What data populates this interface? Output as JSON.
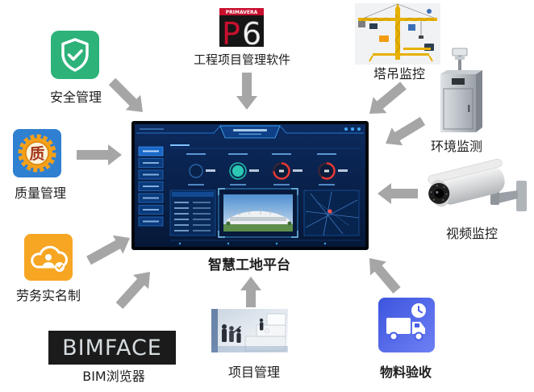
{
  "platform": {
    "label": "智慧工地平台",
    "icon": "dashboard-screen"
  },
  "modules": {
    "p6": {
      "label": "工程项目管理软件",
      "icon": "primavera-p6-logo",
      "logo_brand": "PRIMAVERA",
      "logo_p": "P",
      "logo_6": "6"
    },
    "safety": {
      "label": "安全管理",
      "icon": "shield-check-icon"
    },
    "crane": {
      "label": "塔吊监控",
      "icon": "tower-crane-image"
    },
    "environment": {
      "label": "环境监测",
      "icon": "environment-monitor-cabinet"
    },
    "quality": {
      "label": "质量管理",
      "icon": "quality-badge-icon",
      "glyph": "质"
    },
    "video": {
      "label": "视频监控",
      "icon": "cctv-camera"
    },
    "labor": {
      "label": "劳务实名制",
      "icon": "cloud-worker-icon"
    },
    "bim": {
      "label": "BIM浏览器",
      "icon": "bimface-logo",
      "logo_text": "BIMFACE"
    },
    "project": {
      "label": "项目管理",
      "icon": "project-team-image"
    },
    "material": {
      "label": "物料验收",
      "icon": "delivery-truck-icon"
    }
  },
  "colors": {
    "arrow": "#a6a6a6",
    "label": "#1e1e1e",
    "safety_icon": "#2db27a",
    "quality_icon": "#2f80d1",
    "quality_badge": "#f5a01a",
    "labor_icon": "#f6a623",
    "material_icon": "#4a5fe6",
    "dashboard_bg": "#0c2a5e"
  }
}
